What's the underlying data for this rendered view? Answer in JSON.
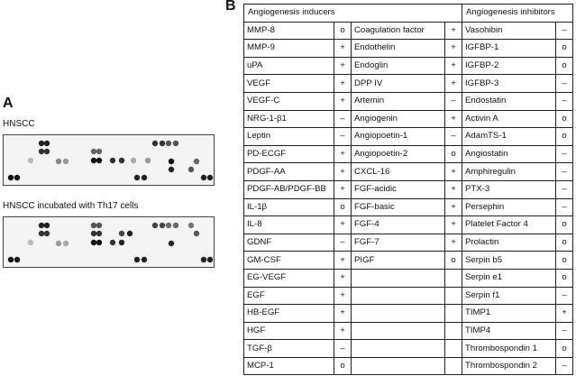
{
  "panel_a": {
    "letter": "A",
    "label_top": "HNSCC",
    "label_bottom": "HNSCC incubated with Th17 cells"
  },
  "panel_b": {
    "letter": "B",
    "headers": {
      "inducers": "Angiogenesis inducers",
      "inhibitors": "Angiogenesis inhibitors"
    },
    "inducers_col1": [
      {
        "name": "MMP-8",
        "mark": "o"
      },
      {
        "name": "MMP-9",
        "mark": "+"
      },
      {
        "name": "uPA",
        "mark": "+"
      },
      {
        "name": "VEGF",
        "mark": "+"
      },
      {
        "name": "VEGF-C",
        "mark": "+"
      },
      {
        "name": "NRG-1-β1",
        "mark": "–"
      },
      {
        "name": "Leptin",
        "mark": "–"
      },
      {
        "name": "PD-ECGF",
        "mark": "+"
      },
      {
        "name": "PDGF-AA",
        "mark": "+"
      },
      {
        "name": "PDGF-AB/PDGF-BB",
        "mark": "+"
      },
      {
        "name": "IL-1β",
        "mark": "o"
      },
      {
        "name": "IL-8",
        "mark": "+"
      },
      {
        "name": "GDNF",
        "mark": "–"
      },
      {
        "name": "GM-CSF",
        "mark": "+"
      },
      {
        "name": "EG-VEGF",
        "mark": "+"
      },
      {
        "name": "EGF",
        "mark": "+"
      },
      {
        "name": "HB-EGF",
        "mark": "+"
      },
      {
        "name": "HGF",
        "mark": "+"
      },
      {
        "name": "TGF-β",
        "mark": "–"
      },
      {
        "name": "MCP-1",
        "mark": "o"
      }
    ],
    "inducers_col2": [
      {
        "name": "Coagulation factor",
        "mark": "+"
      },
      {
        "name": "Endothelin",
        "mark": "+"
      },
      {
        "name": "Endoglin",
        "mark": "+"
      },
      {
        "name": "DPP IV",
        "mark": "+"
      },
      {
        "name": "Artemin",
        "mark": "–"
      },
      {
        "name": "Angiogenin",
        "mark": "+"
      },
      {
        "name": "Angiopoetin-1",
        "mark": "–"
      },
      {
        "name": "Angiopoetin-2",
        "mark": "o"
      },
      {
        "name": "CXCL-16",
        "mark": "+"
      },
      {
        "name": "FGF-acidic",
        "mark": "+"
      },
      {
        "name": "FGF-basic",
        "mark": "+"
      },
      {
        "name": "FGF-4",
        "mark": "+"
      },
      {
        "name": "FGF-7",
        "mark": "+"
      },
      {
        "name": "PIGF",
        "mark": "o"
      }
    ],
    "inhibitors": [
      {
        "name": "Vasohibin",
        "mark": "–"
      },
      {
        "name": "IGFBP-1",
        "mark": "o"
      },
      {
        "name": "IGFBP-2",
        "mark": "o"
      },
      {
        "name": "IGFBP-3",
        "mark": "–"
      },
      {
        "name": "Endostatin",
        "mark": "–"
      },
      {
        "name": "Activin A",
        "mark": "o"
      },
      {
        "name": "AdamTS-1",
        "mark": "o"
      },
      {
        "name": "Angiostatin",
        "mark": "–"
      },
      {
        "name": "Amphiregulin",
        "mark": "–"
      },
      {
        "name": "PTX-3",
        "mark": "–"
      },
      {
        "name": "Persephin",
        "mark": "–"
      },
      {
        "name": "Platelet Factor 4",
        "mark": "o"
      },
      {
        "name": "Prolactin",
        "mark": "o"
      },
      {
        "name": "Serpin b5",
        "mark": "o"
      },
      {
        "name": "Serpin e1",
        "mark": "o"
      },
      {
        "name": "Serpin f1",
        "mark": "–"
      },
      {
        "name": "TIMP1",
        "mark": "+"
      },
      {
        "name": "TIMP4",
        "mark": "–"
      },
      {
        "name": "Thrombospondin 1",
        "mark": "o"
      },
      {
        "name": "Thrombospondin 2",
        "mark": "–"
      }
    ]
  }
}
